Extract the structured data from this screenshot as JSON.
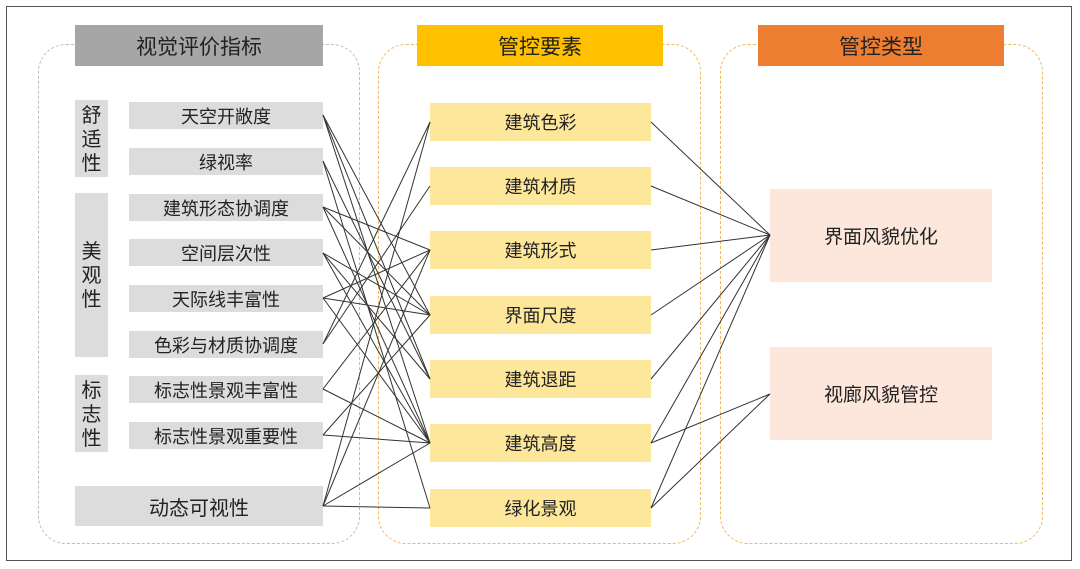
{
  "headers": {
    "visual": "视觉评价指标",
    "elements": "管控要素",
    "types": "管控类型"
  },
  "categories": {
    "comfort": [
      "舒",
      "适",
      "性"
    ],
    "beauty": [
      "美",
      "观",
      "性"
    ],
    "landmark": [
      "标",
      "志",
      "性"
    ]
  },
  "indicators": [
    "天空开敞度",
    "绿视率",
    "建筑形态协调度",
    "空间层次性",
    "天际线丰富性",
    "色彩与材质协调度",
    "标志性景观丰富性",
    "标志性景观重要性",
    "动态可视性"
  ],
  "elements": [
    "建筑色彩",
    "建筑材质",
    "建筑形式",
    "界面尺度",
    "建筑退距",
    "建筑高度",
    "绿化景观"
  ],
  "types": [
    "界面风貌优化",
    "视廊风貌管控"
  ],
  "colors": {
    "header_gray": "#a6a6a6",
    "header_yellow": "#ffc000",
    "header_orange": "#ed7d31",
    "box_gray": "#dcdcdc",
    "box_yellow": "#fde79a",
    "box_pink": "#fde6dc"
  }
}
